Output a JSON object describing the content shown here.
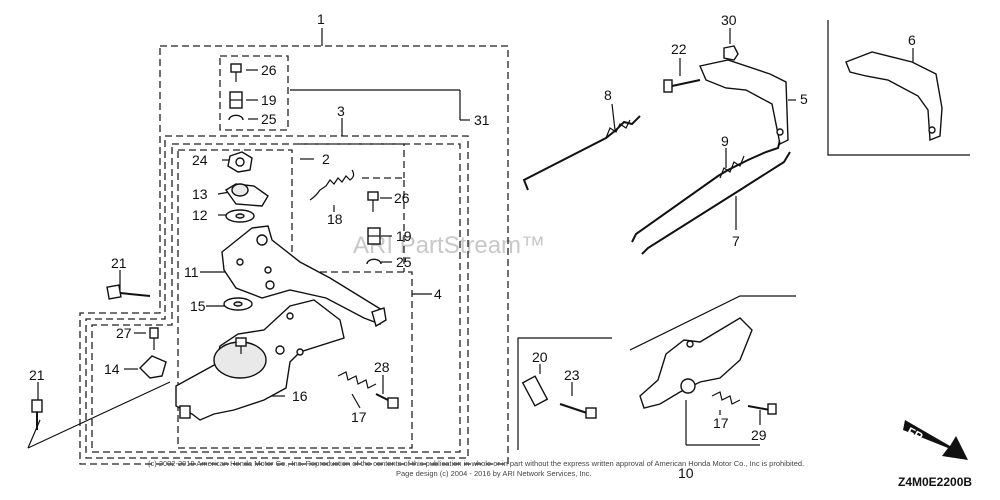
{
  "watermark": "ARI PartStream™",
  "copyright_line1": "(c) 2002-2019 American Honda Motor Co., Inc. Reproduction of the contents of this publication in whole or in part without the express written approval of American Honda Motor Co., Inc is prohibited.",
  "copyright_line2": "Page design (c) 2004 - 2016 by ARI Network Services, Inc.",
  "diagram_code": "Z4M0E2200B",
  "front_label": "FR.",
  "callouts": {
    "c1": "1",
    "c2": "2",
    "c3": "3",
    "c4": "4",
    "c5": "5",
    "c6": "6",
    "c7": "7",
    "c8": "8",
    "c9": "9",
    "c10": "10",
    "c11": "11",
    "c12": "12",
    "c13": "13",
    "c14": "14",
    "c15": "15",
    "c16": "16",
    "c17": "17",
    "c17b": "17",
    "c18": "18",
    "c19": "19",
    "c19b": "19",
    "c20": "20",
    "c21": "21",
    "c21b": "21",
    "c22": "22",
    "c23": "23",
    "c24": "24",
    "c25": "25",
    "c25b": "25",
    "c26": "26",
    "c26b": "26",
    "c27": "27",
    "c28": "28",
    "c29": "29",
    "c30": "30",
    "c31": "31"
  }
}
